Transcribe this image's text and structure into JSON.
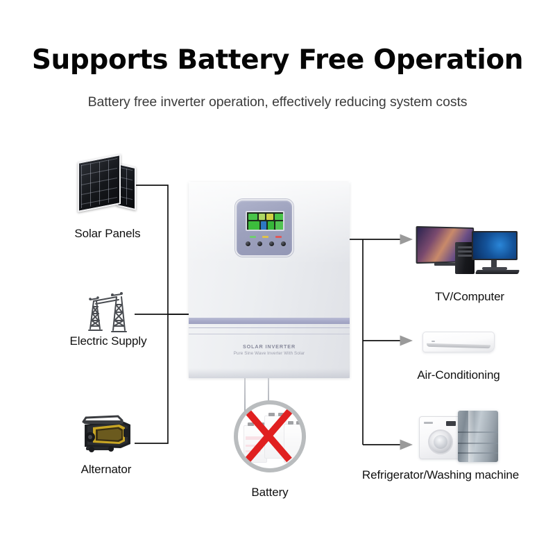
{
  "header": {
    "title": "Supports Battery Free Operation",
    "subtitle": "Battery free inverter operation, effectively reducing system costs"
  },
  "diagram": {
    "inputs": [
      {
        "id": "solar-panels",
        "label": "Solar Panels",
        "icon": "solar-panel-icon"
      },
      {
        "id": "electric-supply",
        "label": "Electric Supply",
        "icon": "transmission-tower-icon"
      },
      {
        "id": "alternator",
        "label": "Alternator",
        "icon": "generator-icon"
      }
    ],
    "outputs": [
      {
        "id": "tv-computer",
        "label": "TV/Computer",
        "icon": "tv-computer-icon"
      },
      {
        "id": "air-conditioning",
        "label": "Air-Conditioning",
        "icon": "air-conditioner-icon"
      },
      {
        "id": "refrigerator-washing-machine",
        "label": "Refrigerator/Washing machine",
        "icon": "fridge-washer-icon"
      }
    ],
    "excluded": {
      "id": "battery",
      "label": "Battery",
      "icon": "battery-icon",
      "marker": "red-cross-icon",
      "state": "not-required"
    },
    "device": {
      "brand": "SOLAR INVERTER",
      "tagline": "Pure Sine Wave Inverter With Solar",
      "panel": {
        "display": "lcd-screen",
        "buttons": [
          "button-1",
          "button-2",
          "button-3",
          "button-4"
        ],
        "leds": [
          "led-green",
          "led-yellow",
          "led-red"
        ]
      }
    }
  },
  "colors": {
    "accent_band": "#a8abc9",
    "panel_bezel": "#9ca0bc",
    "cross_red": "#e02020",
    "circle_gray": "#b9bcbe",
    "wire": "#111111",
    "arrow": "#9a9a9a",
    "title": "#050505",
    "subtitle": "#3b3b3b",
    "background": "#ffffff"
  }
}
